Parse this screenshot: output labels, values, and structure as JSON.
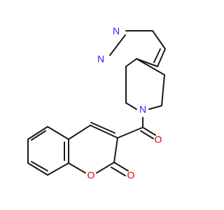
{
  "molecule": {
    "atoms": [
      {
        "id": "n1",
        "label": "N"
      },
      {
        "id": "n2",
        "label": "N"
      },
      {
        "id": "n3",
        "label": "N"
      },
      {
        "id": "o1",
        "label": "O"
      },
      {
        "id": "o2",
        "label": "O"
      },
      {
        "id": "o3",
        "label": "O"
      }
    ]
  },
  "colors": {
    "bond": "#1a1a1a",
    "nitrogen": "#2b2bff",
    "oxygen": "#e00000",
    "background": "#ffffff"
  }
}
